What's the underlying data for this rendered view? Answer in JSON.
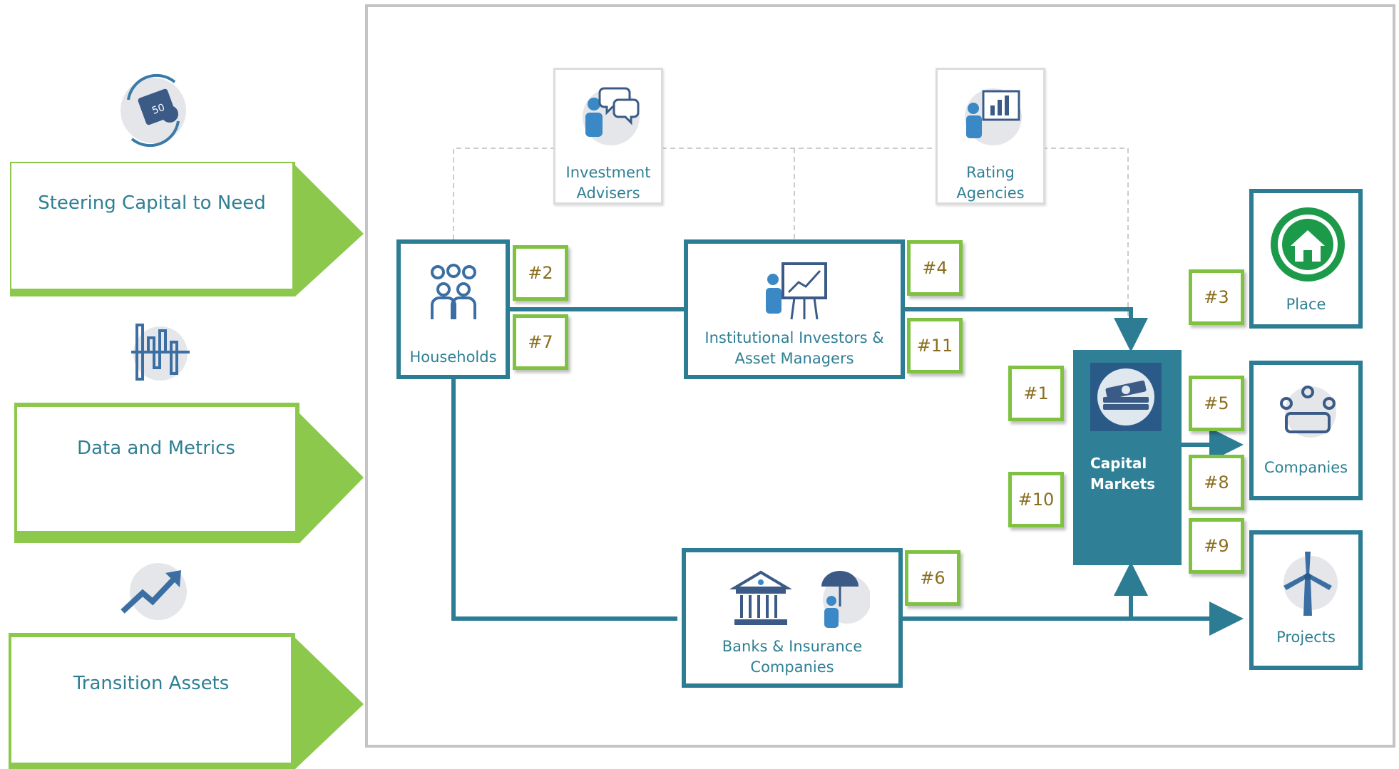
{
  "categories": {
    "steering": "Steering Capital to Need",
    "data_metrics": "Data and Metrics",
    "transition": "Transition Assets"
  },
  "nodes": {
    "households": "Households",
    "investment_advisers": "Investment\nAdvisers",
    "rating_agencies": "Rating\nAgencies",
    "institutional": "Institutional Investors &\nAsset Managers",
    "banks": "Banks & Insurance\nCompanies",
    "capital_markets": "Capital\nMarkets",
    "place": "Place",
    "companies": "Companies",
    "projects": "Projects"
  },
  "tags": {
    "t1": "#1",
    "t2": "#2",
    "t3": "#3",
    "t4": "#4",
    "t5": "#5",
    "t6": "#6",
    "t7": "#7",
    "t8": "#8",
    "t9": "#9",
    "t10": "#10",
    "t11": "#11"
  },
  "colors": {
    "teal": "#2c7c93",
    "green": "#7fc241",
    "capital_markets_fill": "#2f7f97",
    "tag_text": "#8a6d1e"
  },
  "icons": {
    "steering": "currency-exchange-icon",
    "data_metrics": "bar-metrics-icon",
    "transition": "trend-arrow-icon",
    "households": "people-group-icon",
    "investment_advisers": "advisor-speech-icon",
    "rating_agencies": "presenter-chart-icon",
    "institutional": "investor-presentation-icon",
    "banks": "bank-building-icon",
    "insurance": "umbrella-person-icon",
    "capital_markets": "money-stack-icon",
    "place": "house-icon",
    "companies": "meeting-table-icon",
    "projects": "wind-turbine-icon"
  }
}
